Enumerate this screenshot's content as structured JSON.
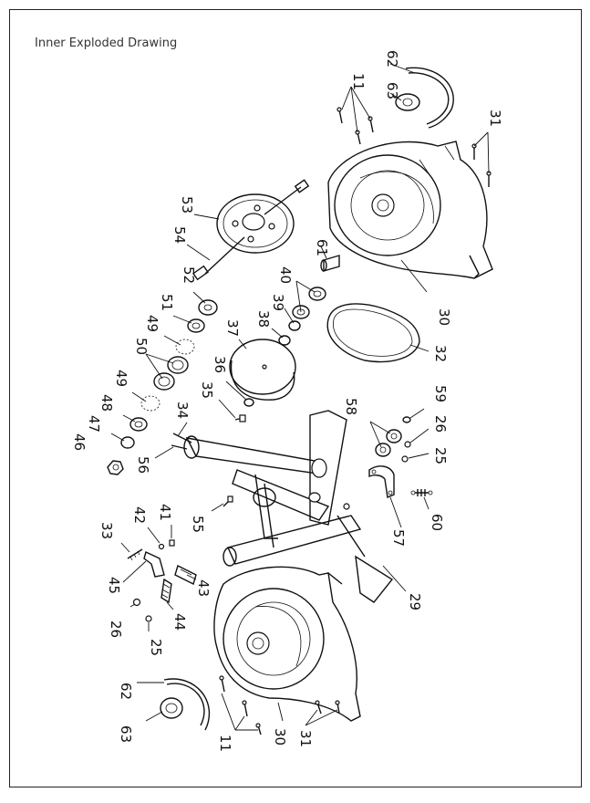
{
  "title": "Inner Exploded Drawing",
  "labels": [
    "11",
    "62",
    "63",
    "31",
    "53",
    "54",
    "61",
    "30",
    "40",
    "52",
    "39",
    "38",
    "51",
    "49",
    "37",
    "50",
    "36",
    "35",
    "49",
    "48",
    "34",
    "58",
    "59",
    "26",
    "47",
    "46",
    "56",
    "25",
    "32",
    "33",
    "42",
    "41",
    "55",
    "45",
    "43",
    "44",
    "26",
    "25",
    "60",
    "57",
    "29",
    "62",
    "63",
    "11",
    "30",
    "31"
  ],
  "colors": {
    "line": "#111111",
    "frame": "#222222",
    "background": "#ffffff"
  }
}
